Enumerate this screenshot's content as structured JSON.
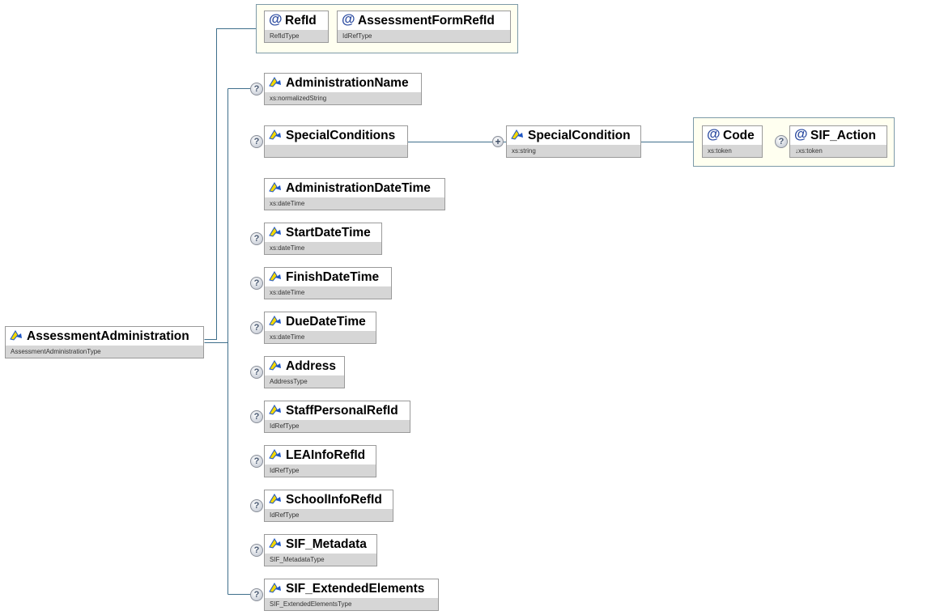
{
  "root": {
    "name": "AssessmentAdministration",
    "type": "AssessmentAdministrationType"
  },
  "attributes": [
    {
      "name": "RefId",
      "type": "RefIdType"
    },
    {
      "name": "AssessmentFormRefId",
      "type": "IdRefType"
    }
  ],
  "elements": [
    {
      "name": "AdministrationName",
      "type": "xs:normalizedString",
      "optional": true
    },
    {
      "name": "SpecialConditions",
      "type": "",
      "optional": true
    },
    {
      "name": "AdministrationDateTime",
      "type": "xs:dateTime",
      "optional": false
    },
    {
      "name": "StartDateTime",
      "type": "xs:dateTime",
      "optional": true
    },
    {
      "name": "FinishDateTime",
      "type": "xs:dateTime",
      "optional": true
    },
    {
      "name": "DueDateTime",
      "type": "xs:dateTime",
      "optional": true
    },
    {
      "name": "Address",
      "type": "AddressType",
      "optional": true
    },
    {
      "name": "StaffPersonalRefId",
      "type": "IdRefType",
      "optional": true
    },
    {
      "name": "LEAInfoRefId",
      "type": "IdRefType",
      "optional": true
    },
    {
      "name": "SchoolInfoRefId",
      "type": "IdRefType",
      "optional": true
    },
    {
      "name": "SIF_Metadata",
      "type": "SIF_MetadataType",
      "optional": true
    },
    {
      "name": "SIF_ExtendedElements",
      "type": "SIF_ExtendedElementsType",
      "optional": true
    }
  ],
  "special_condition": {
    "name": "SpecialCondition",
    "type": "xs:string",
    "repeating": true
  },
  "special_condition_attributes": [
    {
      "name": "Code",
      "type": "xs:token",
      "optional": false
    },
    {
      "name": "SIF_Action",
      "type": "↓xs:token",
      "optional": true
    }
  ],
  "symbols": {
    "optional": "?",
    "repeating": "+",
    "attribute": "@"
  },
  "colors": {
    "connector": "#3f6f8c",
    "attr_box_bg": "#fffff0",
    "type_bar": "#d6d6d6",
    "icon_yellow": "#f4d800",
    "icon_blue": "#1f56c4"
  }
}
